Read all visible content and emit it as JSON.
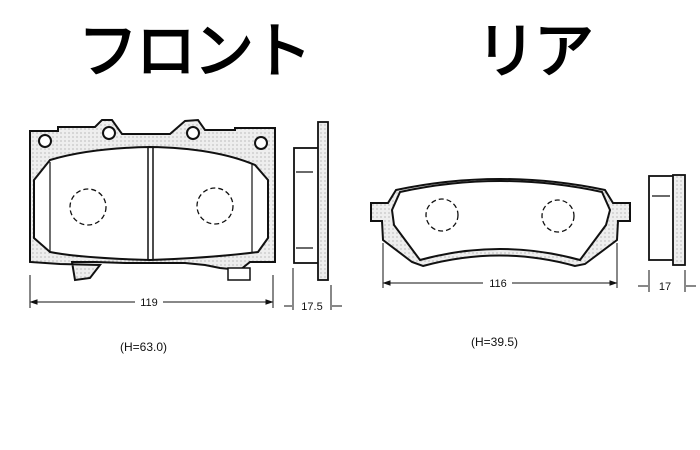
{
  "front": {
    "title": "フロント",
    "width_label": "119",
    "thickness_label": "17.5",
    "height_label": "(H=63.0)"
  },
  "rear": {
    "title": "リア",
    "width_label": "116",
    "thickness_label": "17",
    "height_label": "(H=39.5)"
  },
  "colors": {
    "line": "#111111",
    "plate": "#e6e6e6"
  }
}
